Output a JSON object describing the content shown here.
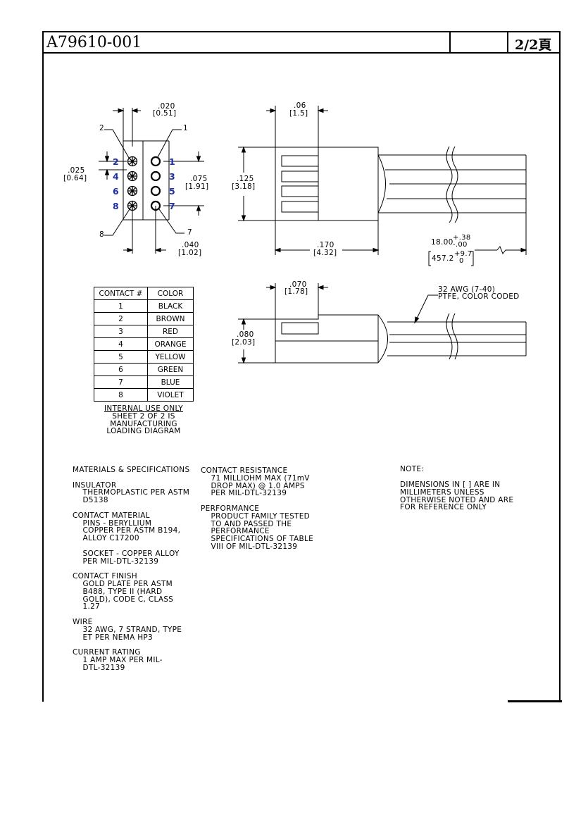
{
  "header": {
    "doc_number": "A79610-001",
    "sheet_label": "2/2頁"
  },
  "contact_view": {
    "callout_top_left": "2",
    "callout_top_right": "1",
    "callout_bottom_left": "8",
    "callout_bottom_right": "7",
    "pins_left": [
      "2",
      "4",
      "6",
      "8"
    ],
    "pins_right": [
      "1",
      "3",
      "5",
      "7"
    ],
    "dim_top": ".020",
    "dim_top_mm": "[0.51]",
    "dim_left": ".025",
    "dim_left_mm": "[0.64]",
    "dim_right": ".075",
    "dim_right_mm": "[1.91]",
    "dim_bottom": ".040",
    "dim_bottom_mm": "[1.02]"
  },
  "side_view_top": {
    "dim_top": ".06",
    "dim_top_mm": "[1.5]",
    "dim_height": ".125",
    "dim_height_mm": "[3.18]",
    "dim_length": ".170",
    "dim_length_mm": "[4.32]",
    "wire_length": "18.00",
    "wire_tol_plus": "+.38",
    "wire_tol_minus": "-.00",
    "wire_length_mm": "457.2",
    "wire_mm_tol_plus": "+9.7",
    "wire_mm_tol_minus": "0"
  },
  "side_view_bottom": {
    "dim_top": ".070",
    "dim_top_mm": "[1.78]",
    "dim_height": ".080",
    "dim_height_mm": "[2.03]",
    "wire_note_line1": "32 AWG (7-40)",
    "wire_note_line2": "PTFE, COLOR CODED"
  },
  "color_table": {
    "headers": [
      "CONTACT #",
      "COLOR"
    ],
    "rows": [
      [
        "1",
        "BLACK"
      ],
      [
        "2",
        "BROWN"
      ],
      [
        "3",
        "RED"
      ],
      [
        "4",
        "ORANGE"
      ],
      [
        "5",
        "YELLOW"
      ],
      [
        "6",
        "GREEN"
      ],
      [
        "7",
        "BLUE"
      ],
      [
        "8",
        "VIOLET"
      ]
    ]
  },
  "caption": {
    "line1": "INTERNAL USE ONLY",
    "line2": "SHEET 2 OF 2 IS",
    "line3": "MANUFACTURING",
    "line4": "LOADING DIAGRAM"
  },
  "notes": {
    "specs_col1": "MATERIALS & SPECIFICATIONS\n\nINSULATOR\n    THERMOPLASTIC PER ASTM\n    D5138\n\nCONTACT MATERIAL\n    PINS - BERYLLIUM\n    COPPER PER ASTM B194,\n    ALLOY C17200\n\n    SOCKET - COPPER ALLOY\n    PER MIL-DTL-32139\n\nCONTACT FINISH\n    GOLD PLATE PER ASTM\n    B488, TYPE II (HARD\n    GOLD), CODE C, CLASS\n    1.27\n\nWIRE\n    32 AWG, 7 STRAND, TYPE\n    ET PER NEMA HP3\n\nCURRENT RATING\n    1 AMP MAX PER MIL-\n    DTL-32139",
    "specs_col2": "CONTACT RESISTANCE\n    71 MILLIOHM MAX (71mV\n    DROP MAX) @ 1.0 AMPS\n    PER MIL-DTL-32139\n\nPERFORMANCE\n    PRODUCT FAMILY TESTED\n    TO AND PASSED THE\n    PERFORMANCE\n    SPECIFICATIONS OF TABLE\n    VIII OF MIL-DTL-32139",
    "note_title": "NOTE:",
    "note_body": "DIMENSIONS IN [ ] ARE IN\nMILLIMETERS UNLESS\nOTHERWISE NOTED AND ARE\nFOR REFERENCE ONLY"
  }
}
